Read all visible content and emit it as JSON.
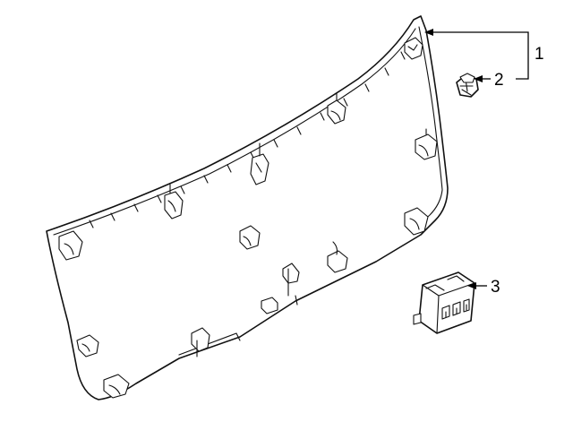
{
  "callouts": [
    {
      "id": "1",
      "label": "1"
    },
    {
      "id": "2",
      "label": "2"
    },
    {
      "id": "3",
      "label": "3"
    }
  ],
  "colors": {
    "line": "#111111",
    "background": "#ffffff"
  }
}
